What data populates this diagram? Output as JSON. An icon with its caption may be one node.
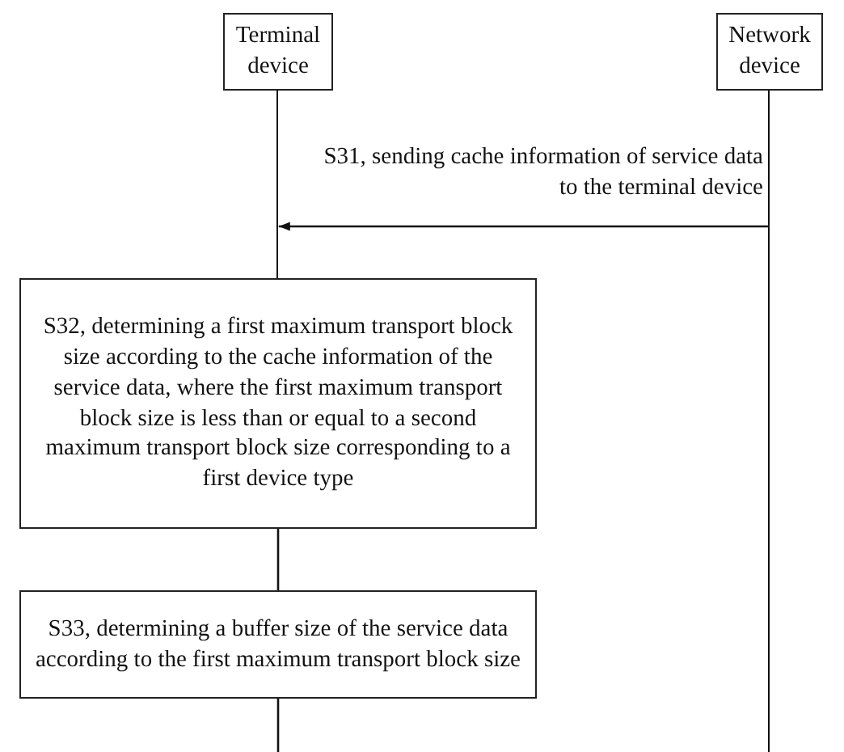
{
  "diagram": {
    "nodes": [
      {
        "text": [
          "Terminal device"
        ]
      },
      {
        "text": [
          "Network device"
        ]
      },
      {
        "text": [
          "S32, determining a first maximum transport block size according to the cache information of the service data, where the first maximum transport block size is less than or equal to a second maximum transport block size corresponding to a first device type"
        ]
      },
      {
        "text": [
          "S33, determining a buffer size of the service data according to the first maximum transport block size"
        ]
      },
      {
        "text": [],
        "shape": "bar"
      },
      {
        "text": [],
        "shape": "bar"
      }
    ],
    "edges": [
      {
        "from": 4,
        "to": 5,
        "arrow": "to",
        "label": "S31, sending cache information of service data to the terminal device"
      },
      {
        "from": 2,
        "to": 3,
        "arrow": "none"
      },
      {
        "from": 3,
        "to": null,
        "arrow": "none"
      }
    ]
  }
}
